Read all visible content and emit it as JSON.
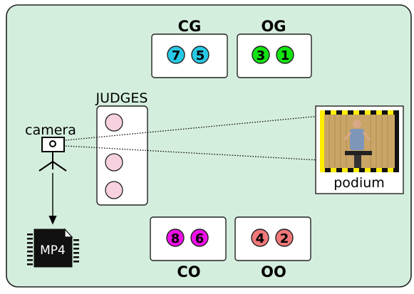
{
  "colors": {
    "room_fill": "#d4eedd",
    "room_stroke": "#222222",
    "judge_fill": "#f7d1df",
    "cg": "#27c9e6",
    "og": "#13e213",
    "co": "#ef10e7",
    "oo": "#f07878",
    "frame_yellow": "#ffee00",
    "wall": "#c9a567",
    "mp4_black": "#111111"
  },
  "teams": {
    "cg": {
      "label": "CG",
      "speakers": [
        "7",
        "5"
      ]
    },
    "og": {
      "label": "OG",
      "speakers": [
        "3",
        "1"
      ]
    },
    "co": {
      "label": "CO",
      "speakers": [
        "8",
        "6"
      ]
    },
    "oo": {
      "label": "OO",
      "speakers": [
        "4",
        "2"
      ]
    }
  },
  "judges": {
    "label": "JUDGES",
    "count": 3
  },
  "camera": {
    "label": "camera",
    "icon": "camera-tripod-icon"
  },
  "podium": {
    "label": "podium",
    "icon": "speaker-photo"
  },
  "recording": {
    "label": "MP4",
    "icon": "mp4-chip-icon"
  }
}
